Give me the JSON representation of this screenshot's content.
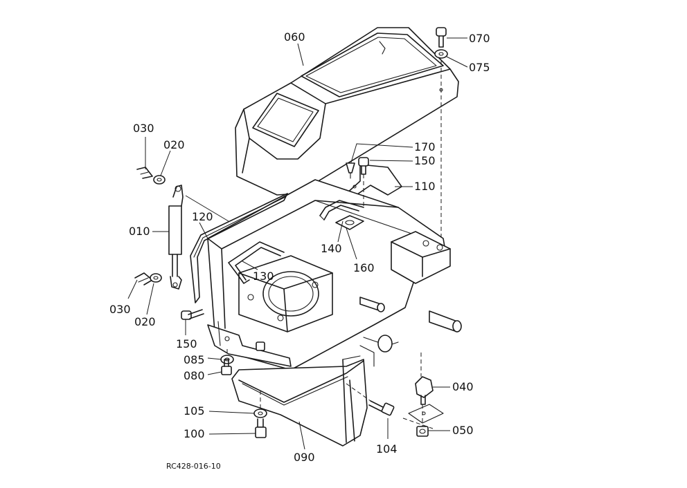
{
  "parts": {
    "p060": "060",
    "p070": "070",
    "p075": "075",
    "p170": "170",
    "p150a": "150",
    "p110": "110",
    "p030a": "030",
    "p020a": "020",
    "p010": "010",
    "p120": "120",
    "p140": "140",
    "p160": "160",
    "p130": "130",
    "p030b": "030",
    "p020b": "020",
    "p150b": "150",
    "p085": "085",
    "p080": "080",
    "p040": "040",
    "p105": "105",
    "p050": "050",
    "p100": "100",
    "p090": "090",
    "p104": "104"
  },
  "drawing_ref": "RC428-016-10",
  "colors": {
    "line": "#1a1a1a",
    "background": "#ffffff"
  }
}
